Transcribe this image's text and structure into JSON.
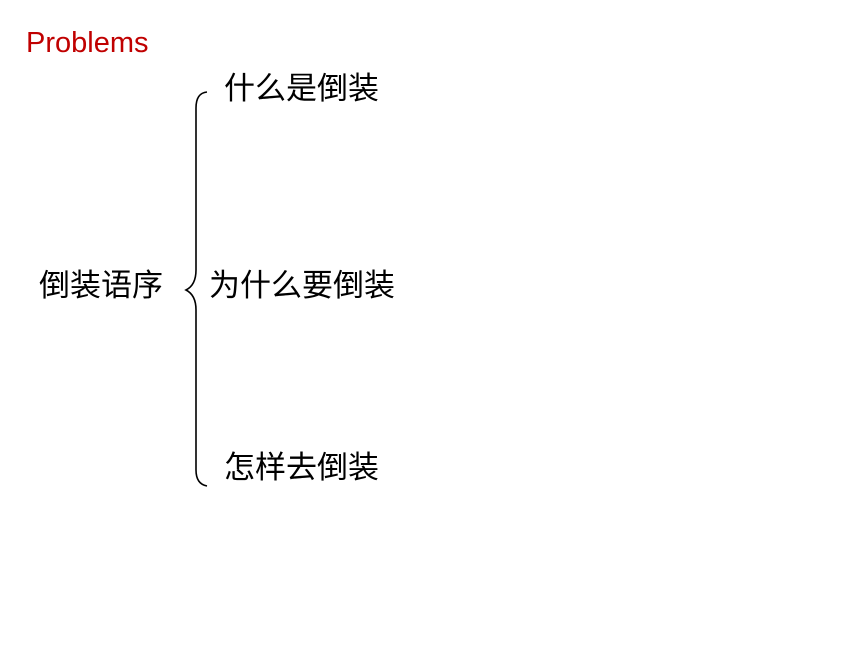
{
  "title": "Problems",
  "root": "倒装语序",
  "branches": [
    "什么是倒装",
    "为什么要倒装",
    "怎样去倒装"
  ],
  "colors": {
    "title": "#c00000",
    "text": "#000000",
    "brace": "#000000"
  }
}
